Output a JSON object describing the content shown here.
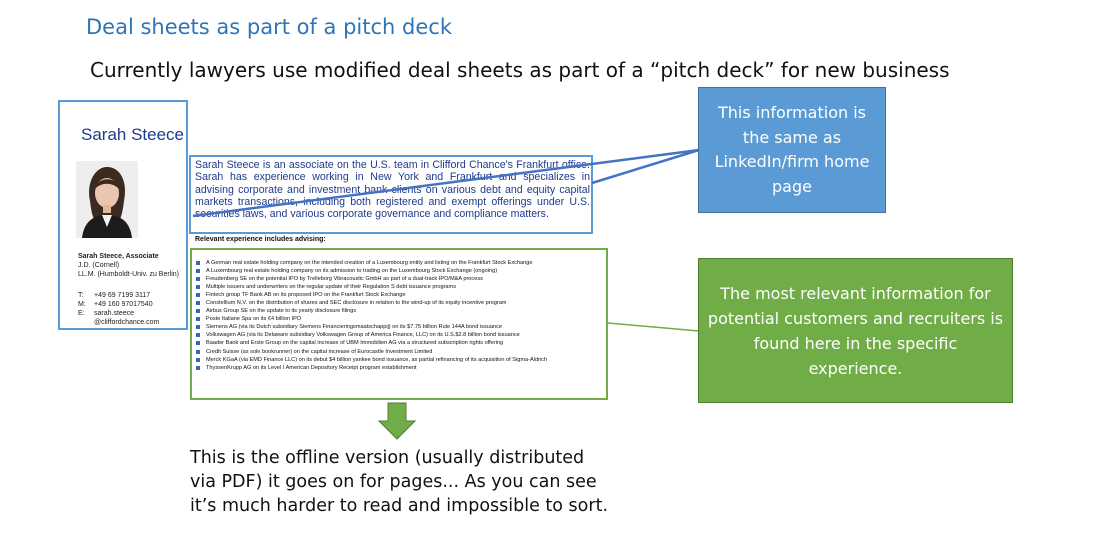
{
  "slide": {
    "title": "Deal sheets as part of a pitch deck",
    "subtitle": "Currently lawyers use modified deal sheets as part of a “pitch deck” for new business"
  },
  "profile": {
    "name": "Sarah Steece",
    "contact_name": "Sarah Steece, Associate",
    "degree_1": "J.D. (Cornell)",
    "degree_2": "LL.M. (Humboldt-Univ. zu Berlin)",
    "phone_label": "T:",
    "phone": "+49 69 7199 3117",
    "mobile_label": "M:",
    "mobile": "+49 160 97017540",
    "email_label": "E:",
    "email_1": "sarah.steece",
    "email_2": "@cliffordchance.com"
  },
  "bio": "Sarah Steece is an associate on the U.S. team in Clifford Chance's Frankfurt office. Sarah has experience working in New York and Frankfurt and specializes in advising corporate and investment bank clients on various debt and equity capital markets transactions, including both registered and exempt offerings under U.S. securities laws, and various corporate governance and compliance matters.",
  "experience": {
    "heading": "Relevant experience includes advising:",
    "items": [
      "A German real estate holding company on the intended creation of a Luxembourg entity and listing on the Frankfurt Stock Exchange",
      "A Luxembourg real estate holding company on its admission to trading on the Luxembourg Stock Exchange (ongoing)",
      "Freudenberg SE on the potential IPO by Trelleborg Vibracoustic GmbH as part of a dual-track IPO/M&A process",
      "Multiple issuers and underwriters on the regular update of their Regulation S debt issuance programs",
      "Fintech group TF Bank AB on its proposed IPO on the Frankfurt Stock Exchange",
      "Constellium N.V. on the distribution of shares and SEC disclosure in relation to the wind-up of its equity incentive program",
      "Airbus Group SE on the update to its yearly disclosure filings",
      "Poste Italiane Spa on its €4 billion IPO",
      "Siemens AG (via its Dutch subsidiary Siemens Financieringsmaatschappij) on its $7.75 billion Rule 144A bond issuance",
      "Volkswagen AG (via its Delaware subsidiary Volkswagen Group of America Finance, LLC) on its U.S.$2.8 billion bond issuance",
      "Baader Bank and Erste Group on the capital increase of UBM Immobilien AG via a structured subscription rights offering",
      "Credit Suisse (as sole bookrunner) on the capital increase of Eurocastle Investment Limited",
      "Merck KGaA (via EMD Finance LLC) on its debut $4 billion yankee bond issuance, as partial refinancing of its acquisition of Sigma-Aldrich",
      "ThyssenKrupp AG on its Level I American Depository Receipt program establishment"
    ]
  },
  "callouts": {
    "blue": "This information is the same as LinkedIn/firm home page",
    "green": "The most relevant information for potential customers and recruiters is found here in the specific experience."
  },
  "offline_note": "This is the offline version (usually distributed via PDF) it goes on for pages... As you can see it’s much harder to read and impossible to sort.",
  "colors": {
    "title": "#2e75b6",
    "blue_callout": "#5b9bd5",
    "green_callout": "#70ad47",
    "connector_blue": "#4472c4",
    "connector_green": "#70ad47"
  }
}
